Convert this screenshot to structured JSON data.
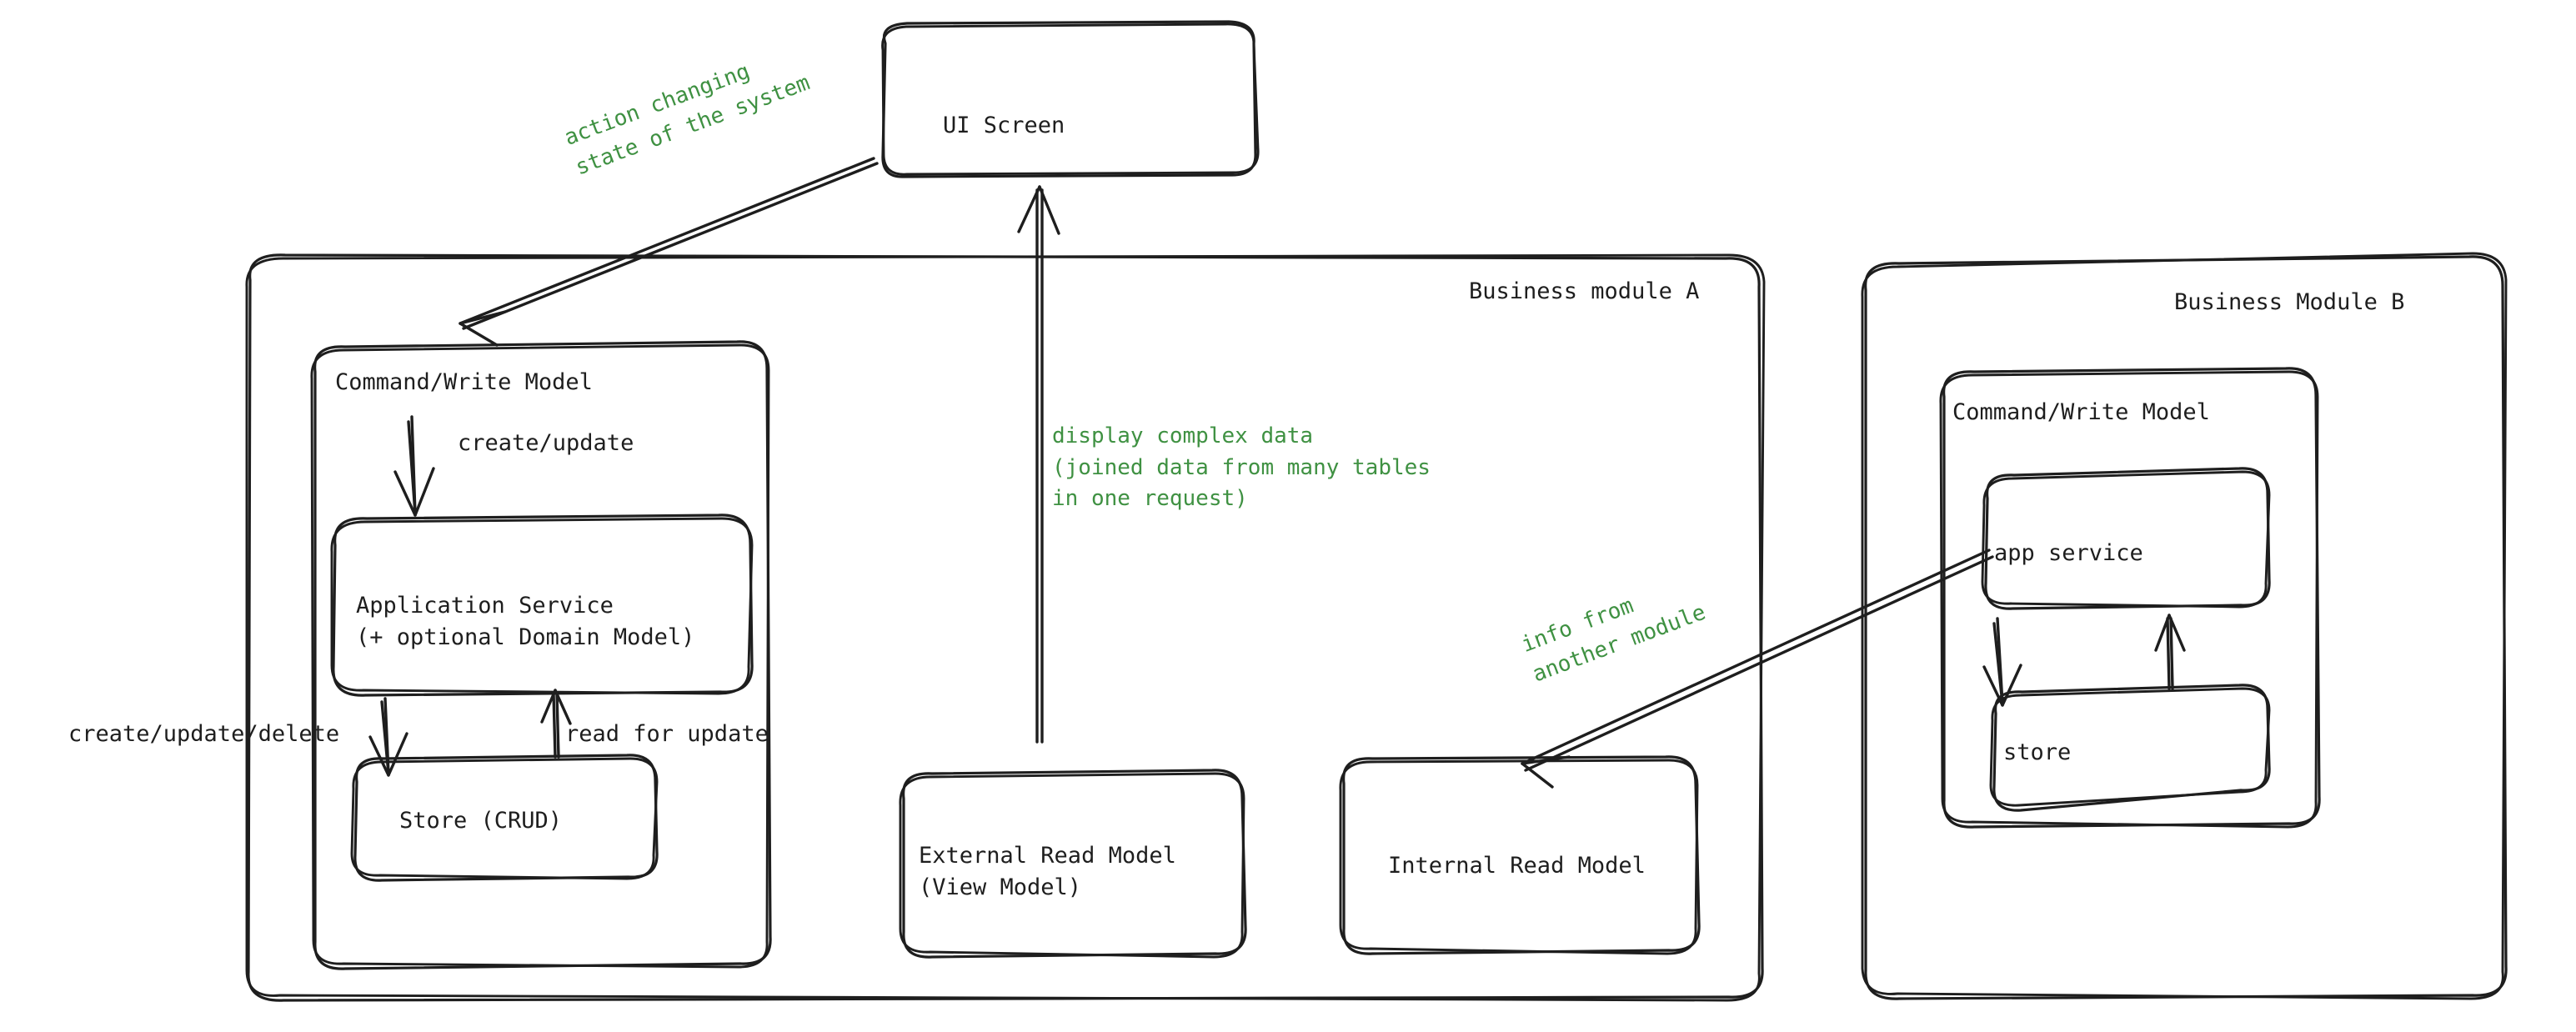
{
  "diagram": {
    "title": "CQRS business modules architecture",
    "style": "hand-drawn",
    "stroke_color": "#1e1e1e",
    "annotation_color": "#3f9142",
    "background": "#ffffff"
  },
  "nodes": {
    "ui_screen": "UI Screen",
    "module_a": "Business module A",
    "module_b": "Business Module B",
    "cwm_a": "Command/Write Model",
    "cwm_b": "Command/Write Model",
    "app_service_a_line1": "Application Service",
    "app_service_a_line2": "(+ optional Domain Model)",
    "store_a": "Store (CRUD)",
    "external_read_model_line1": "External Read Model",
    "external_read_model_line2": "(View Model)",
    "internal_read_model": "Internal Read Model",
    "app_service_b": "app service",
    "store_b": "store"
  },
  "edge_labels": {
    "create_update": "create/update",
    "create_update_delete": "create/update/delete",
    "read_for_update": "read for update"
  },
  "annotations": {
    "action_changing": "action changing\nstate of the system",
    "display_complex": "display complex data\n(joined data from many tables\nin one request)",
    "info_from_module": "info from\nanother module"
  },
  "edges": [
    {
      "name": "ui-to-command-write-model-a",
      "from": "ui_screen",
      "to": "cwm_a",
      "label_ref": "annotations.action_changing",
      "direction": "one-way"
    },
    {
      "name": "external-read-model-to-ui",
      "from": "external_read_model",
      "to": "ui_screen",
      "label_ref": "annotations.display_complex",
      "direction": "one-way"
    },
    {
      "name": "command-write-model-a-to-app-service",
      "from": "cwm_a",
      "to": "app_service_a",
      "label_ref": "edge_labels.create_update",
      "direction": "one-way"
    },
    {
      "name": "app-service-a-to-store-a",
      "from": "app_service_a",
      "to": "store_a",
      "label_ref": "edge_labels.create_update_delete",
      "direction": "one-way"
    },
    {
      "name": "store-a-to-app-service-a",
      "from": "store_a",
      "to": "app_service_a",
      "label_ref": "edge_labels.read_for_update",
      "direction": "one-way"
    },
    {
      "name": "app-service-b-to-internal-read-model",
      "from": "app_service_b",
      "to": "internal_read_model",
      "label_ref": "annotations.info_from_module",
      "direction": "one-way"
    },
    {
      "name": "app-service-b-to-store-b",
      "from": "app_service_b",
      "to": "store_b",
      "direction": "one-way"
    },
    {
      "name": "store-b-to-app-service-b",
      "from": "store_b",
      "to": "app_service_b",
      "direction": "one-way"
    }
  ]
}
